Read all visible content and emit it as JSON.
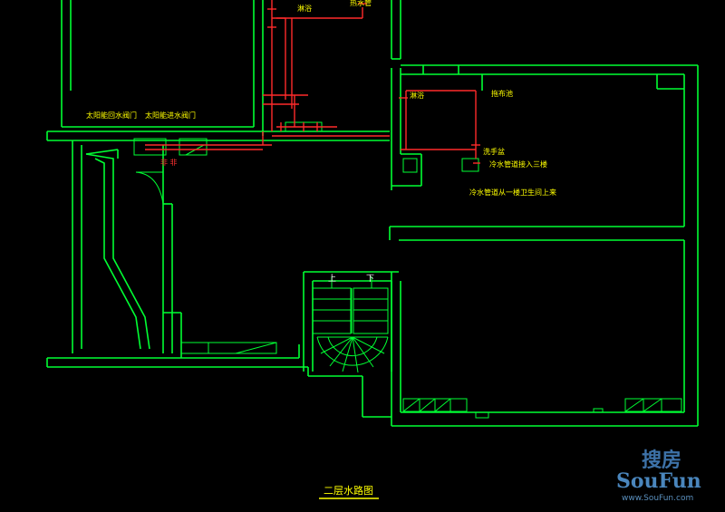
{
  "drawing": {
    "title": "二层水路图",
    "labels": {
      "top_bath_1": "太阳能回水阀门",
      "top_bath_2": "太阳能进水阀门",
      "shower_top": "淋浴",
      "shower_mid": "淋浴",
      "mop_pool": "拖布池",
      "wash_basin": "洗手盆",
      "hot_pipe": "冷水管道接入三楼",
      "cold_pipe": "冷水管道从一楼卫生间上来",
      "pipe_top": "热水管",
      "stairs_up": "上",
      "stairs_down": "下",
      "red_mark": "非 非"
    },
    "colors": {
      "walls": "#00ff33",
      "pipes": "#ff2a2a",
      "labels": "#ffff00",
      "background": "#000000"
    }
  },
  "watermark": {
    "cn": "搜房",
    "en": "SouFun",
    "url": "www.SouFun.com"
  }
}
